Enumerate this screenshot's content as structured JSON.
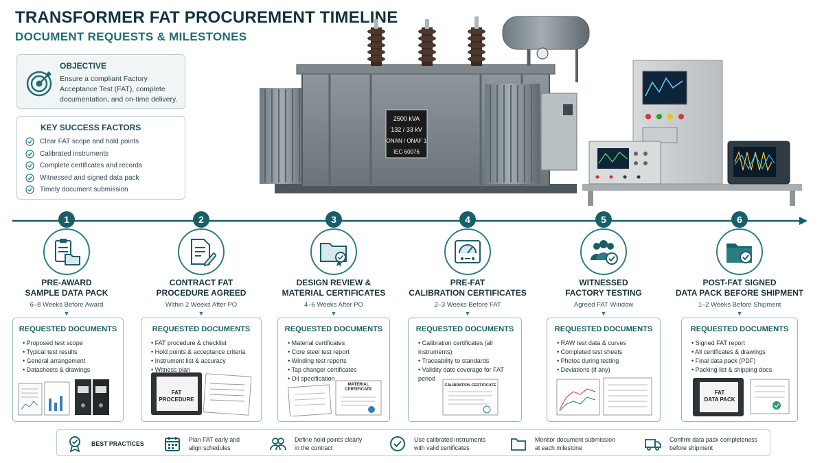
{
  "header": {
    "title": "TRANSFORMER FAT PROCUREMENT TIMELINE",
    "subtitle": "DOCUMENT REQUESTS & MILESTONES"
  },
  "objective": {
    "heading": "OBJECTIVE",
    "text": "Ensure a compliant Factory Acceptance Test (FAT), complete documentation, and on-time delivery.",
    "icon": "target-icon"
  },
  "success_factors": {
    "heading": "KEY SUCCESS FACTORS",
    "items": [
      "Clear FAT scope and hold points",
      "Calibrated instruments",
      "Complete certificates and records",
      "Witnessed and signed data pack",
      "Timely document submission"
    ]
  },
  "nameplate": {
    "line1": "2500 kVA",
    "line2": "132 / 33 kV",
    "line3": "ONAN / ONAF 1",
    "line4": "IEC 60076"
  },
  "steps": [
    {
      "number": "1",
      "title_line1": "PRE-AWARD",
      "title_line2": "SAMPLE DATA PACK",
      "timing": "6–8 Weeks Before Award",
      "requested_heading": "REQUESTED DOCUMENTS",
      "documents": [
        "Proposed test scope",
        "Typical test results",
        "General arrangement",
        "Datasheets & drawings"
      ]
    },
    {
      "number": "2",
      "title_line1": "CONTRACT FAT",
      "title_line2": "PROCEDURE AGREED",
      "timing": "Within 2 Weeks After PO",
      "requested_heading": "REQUESTED DOCUMENTS",
      "documents": [
        "FAT procedure & checklist",
        "Hold points & acceptance criteria",
        "Instrument list & accuracy",
        "Witness plan"
      ],
      "binder_label_1": "FAT",
      "binder_label_2": "PROCEDURE"
    },
    {
      "number": "3",
      "title_line1": "DESIGN REVIEW &",
      "title_line2": "MATERIAL CERTIFICATES",
      "timing": "4–6 Weeks After PO",
      "requested_heading": "REQUESTED DOCUMENTS",
      "documents": [
        "Material certificates",
        "Core steel test report",
        "Winding test reports",
        "Tap changer certificates",
        "Oil specification"
      ],
      "cert_label_1": "MATERIAL",
      "cert_label_2": "CERTIFICATE"
    },
    {
      "number": "4",
      "title_line1": "PRE-FAT",
      "title_line2": "CALIBRATION CERTIFICATES",
      "timing": "2–3 Weeks Before FAT",
      "requested_heading": "REQUESTED DOCUMENTS",
      "documents": [
        "Calibration certificates (all instruments)",
        "Traceability to standards",
        "Validity date coverage for FAT period"
      ],
      "cert_label": "CALIBRATION CERTIFICATE"
    },
    {
      "number": "5",
      "title_line1": "WITNESSED",
      "title_line2": "FACTORY TESTING",
      "timing": "Agreed FAT Window",
      "requested_heading": "REQUESTED DOCUMENTS",
      "documents": [
        "RAW test data & curves",
        "Completed test sheets",
        "Photos during testing",
        "Deviations (if any)"
      ]
    },
    {
      "number": "6",
      "title_line1": "POST-FAT SIGNED",
      "title_line2": "DATA PACK BEFORE SHIPMENT",
      "timing": "1–2 Weeks Before Shipment",
      "requested_heading": "REQUESTED DOCUMENTS",
      "documents": [
        "Signed FAT report",
        "All certificates & drawings",
        "Final data pack (PDF)",
        "Packing list & shipping docs"
      ],
      "binder_label_1": "FAT",
      "binder_label_2": "DATA PACK"
    }
  ],
  "best_practices": {
    "label": "BEST PRACTICES",
    "items": [
      {
        "text": "Plan FAT early and\nalign schedules",
        "icon": "calendar-icon"
      },
      {
        "text": "Define hold points clearly\nin the contract",
        "icon": "people-icon"
      },
      {
        "text": "Use calibrated instruments\nwith valid certificates",
        "icon": "check-circle-icon"
      },
      {
        "text": "Monitor document submission\nat each milestone",
        "icon": "folder-icon"
      },
      {
        "text": "Confirm data pack completeness\nbefore shipment",
        "icon": "truck-icon"
      }
    ]
  },
  "colors": {
    "accent": "#1a5e68",
    "heading": "#14323d",
    "subtitle": "#1b6d75"
  }
}
